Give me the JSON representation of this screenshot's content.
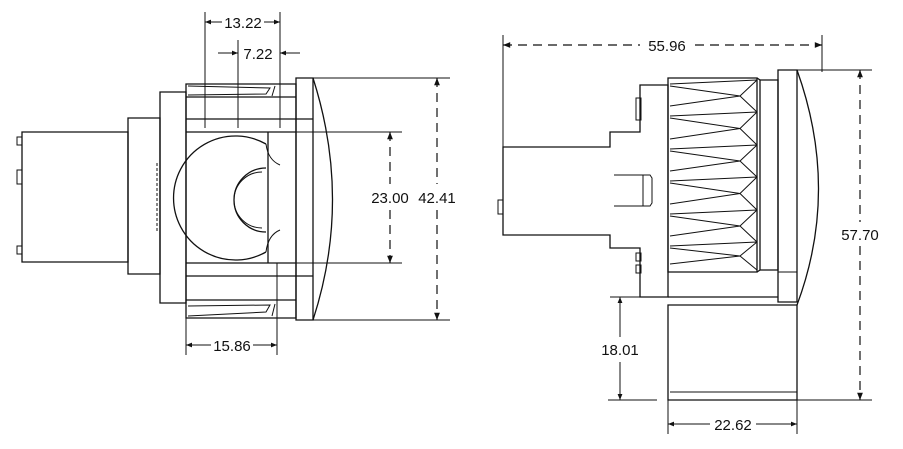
{
  "front_view": {
    "dimensions": {
      "top_overall_width": "13.22",
      "top_inner_width": "7.22",
      "bottom_width": "15.86",
      "inner_height": "23.00",
      "overall_height": "42.41"
    }
  },
  "side_view": {
    "dimensions": {
      "overall_length": "55.96",
      "overall_height": "57.70",
      "base_height": "18.01",
      "base_width": "22.62"
    }
  }
}
